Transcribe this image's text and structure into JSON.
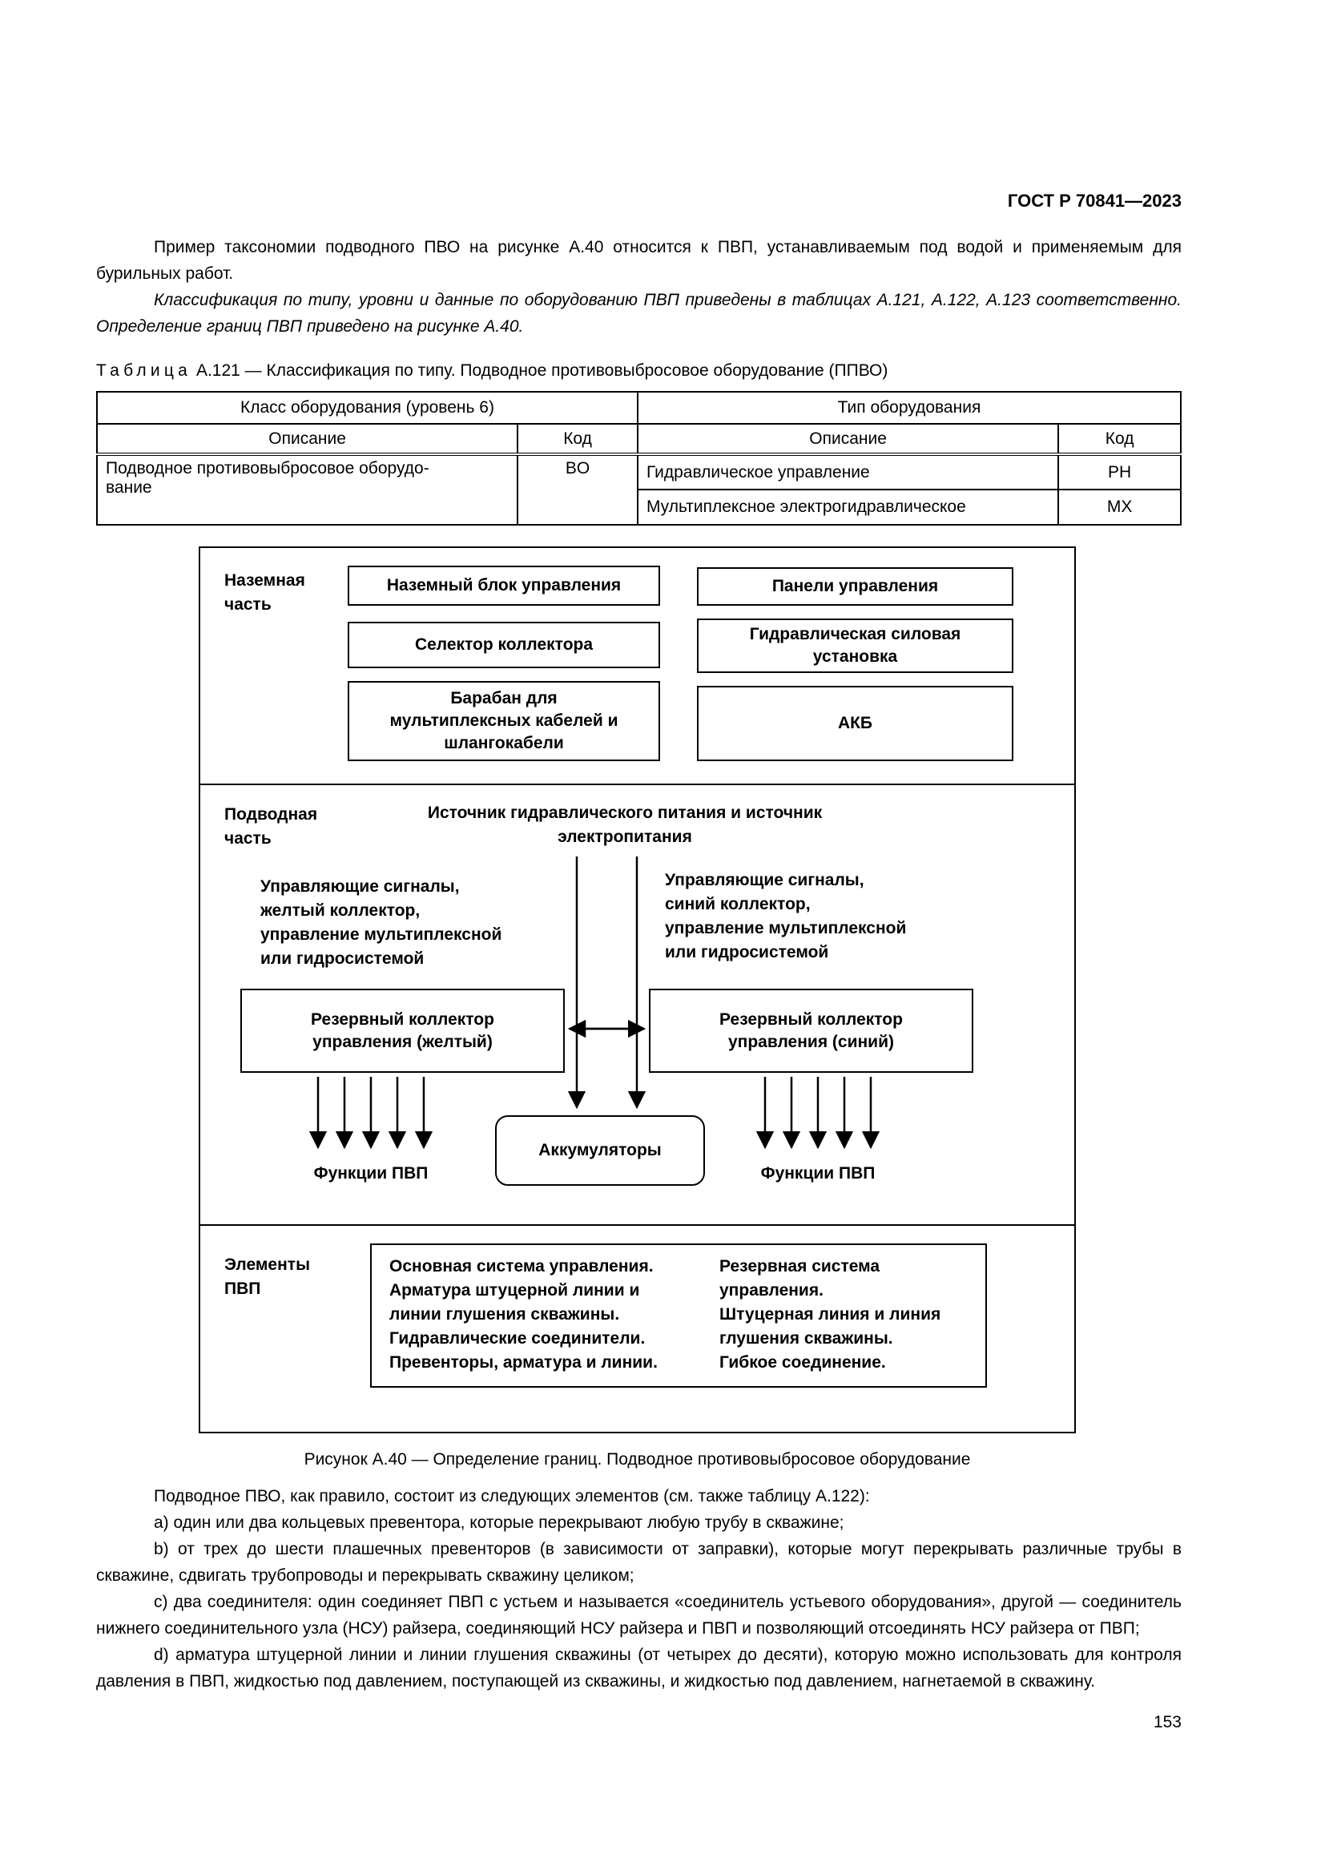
{
  "page": {
    "header": "ГОСТ Р 70841—2023",
    "number": "153"
  },
  "intro": {
    "p1": "Пример таксономии подводного ПВО на рисунке А.40 относится к ПВП, устанавливаемым под водой и применяемым для бурильных работ.",
    "p2": "Классификация по типу, уровни и данные по оборудованию ПВП приведены в таблицах А.121, А.122, А.123 соответственно. Определение границ ПВП приведено на рисунке А.40."
  },
  "table": {
    "caption_word": "Таблица",
    "caption_number": "А.121",
    "caption_rest": "— Классификация по типу. Подводное противовыбросовое оборудование (ППВО)",
    "group_headers": [
      "Класс оборудования (уровень 6)",
      "Тип оборудования"
    ],
    "sub_headers": [
      "Описание",
      "Код",
      "Описание",
      "Код"
    ],
    "class_desc": "Подводное противовыбросовое оборудо-\nвание",
    "class_code": "BO",
    "types": [
      {
        "desc": "Гидравлическое управление",
        "code": "PH"
      },
      {
        "desc": "Мультиплексное электрогидравлическое",
        "code": "MX"
      }
    ]
  },
  "figure": {
    "surface_label": "Наземная\nчасть",
    "subsea_label": "Подводная\nчасть",
    "elements_label": "Элементы\nПВП",
    "box_surface_control": "Наземный блок управления",
    "box_panels": "Панели управления",
    "box_selector": "Селектор коллектора",
    "box_hpu": "Гидравлическая силовая\nустановка",
    "box_drum": "Барабан для\nмультиплексных кабелей и\nшлангокабели",
    "box_akb": "АКБ",
    "source_text": "Источник гидравлического питания и источник\nэлектропитания",
    "left_signals": "Управляющие сигналы,\nжелтый коллектор,\nуправление мультиплексной\nили гидросистемой",
    "right_signals": "Управляющие сигналы,\nсиний коллектор,\nуправление мультиплексной\nили гидросистемой",
    "pod_yellow": "Резервный коллектор\nуправления (желтый)",
    "pod_blue": "Резервный коллектор\nуправления (синий)",
    "accumulators": "Аккумуляторы",
    "functions_left": "Функции ПВП",
    "functions_right": "Функции ПВП",
    "elements_left": "Основная система управления.\nАрматура штуцерной линии и\nлинии глушения скважины.\nГидравлические соединители.\nПревенторы, арматура и линии.",
    "elements_right": "Резервная система\nуправления.\nШтуцерная линия и линия\nглушения скважины.\nГибкое соединение.",
    "caption": "Рисунок А.40 — Определение границ. Подводное противовыбросовое оборудование"
  },
  "body": {
    "lead": "Подводное ПВО, как правило, состоит из следующих элементов (см. также таблицу А.122):",
    "items": [
      "a) один или два кольцевых превентора, которые перекрывают любую трубу в скважине;",
      "b) от трех до шести плашечных превенторов (в зависимости от заправки), которые могут перекрывать различные трубы в скважине, сдвигать трубопроводы и перекрывать скважину целиком;",
      "c) два соединителя: один соединяет ПВП с устьем и называется «соединитель устьевого оборудования», другой — соединитель нижнего соединительного узла (НСУ) райзера, соединяющий НСУ райзера и ПВП и позволяющий отсоединять НСУ райзера от ПВП;",
      "d) арматура штуцерной линии и линии глушения скважины (от четырех до десяти), которую можно использовать для контроля давления в ПВП, жидкостью под давлением, поступающей из скважины, и жидкостью под давлением, нагнетаемой в скважину."
    ]
  }
}
